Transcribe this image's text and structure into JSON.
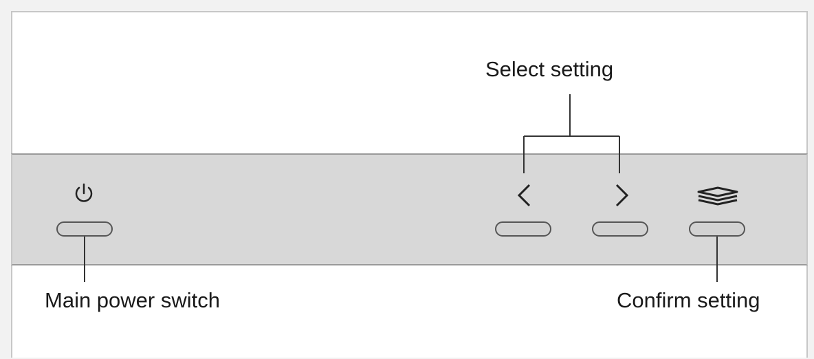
{
  "labels": {
    "select_setting": "Select setting",
    "main_power_switch": "Main power switch",
    "confirm_setting": "Confirm setting"
  },
  "icons": {
    "power": "power-icon",
    "left": "chevron-left-icon",
    "right": "chevron-right-icon",
    "confirm": "layers-icon"
  },
  "colors": {
    "panel": "#d8d8d8",
    "button": "#d2d2d2",
    "stroke": "#333333"
  }
}
